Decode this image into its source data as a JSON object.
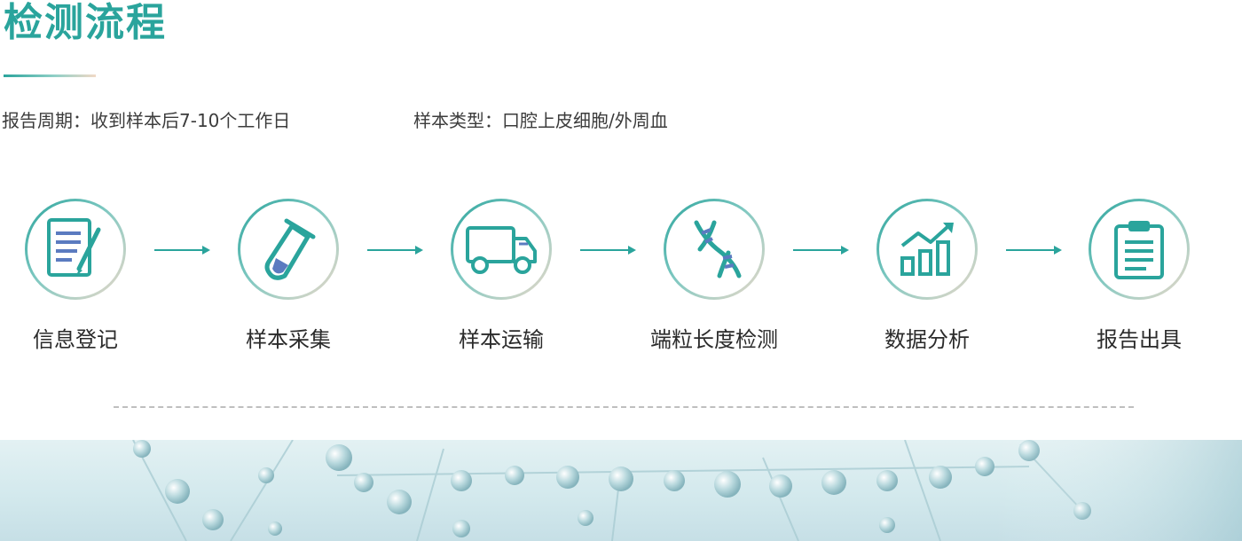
{
  "page": {
    "title": "检测流程",
    "report_period": "报告周期：收到样本后7-10个工作日",
    "sample_type": "样本类型：口腔上皮细胞/外周血"
  },
  "steps": [
    {
      "label": "信息登记",
      "icon": "document-pen-icon"
    },
    {
      "label": "样本采集",
      "icon": "test-tube-icon"
    },
    {
      "label": "样本运输",
      "icon": "truck-icon"
    },
    {
      "label": "端粒长度检测",
      "icon": "dna-icon"
    },
    {
      "label": "数据分析",
      "icon": "bar-chart-trend-icon"
    },
    {
      "label": "报告出具",
      "icon": "clipboard-icon"
    }
  ],
  "colors": {
    "accent": "#2aa49c",
    "accent_blue": "#5b7bc0",
    "peach": "#ecd9c9",
    "text": "#333333",
    "banner": "#d3e9ed"
  }
}
